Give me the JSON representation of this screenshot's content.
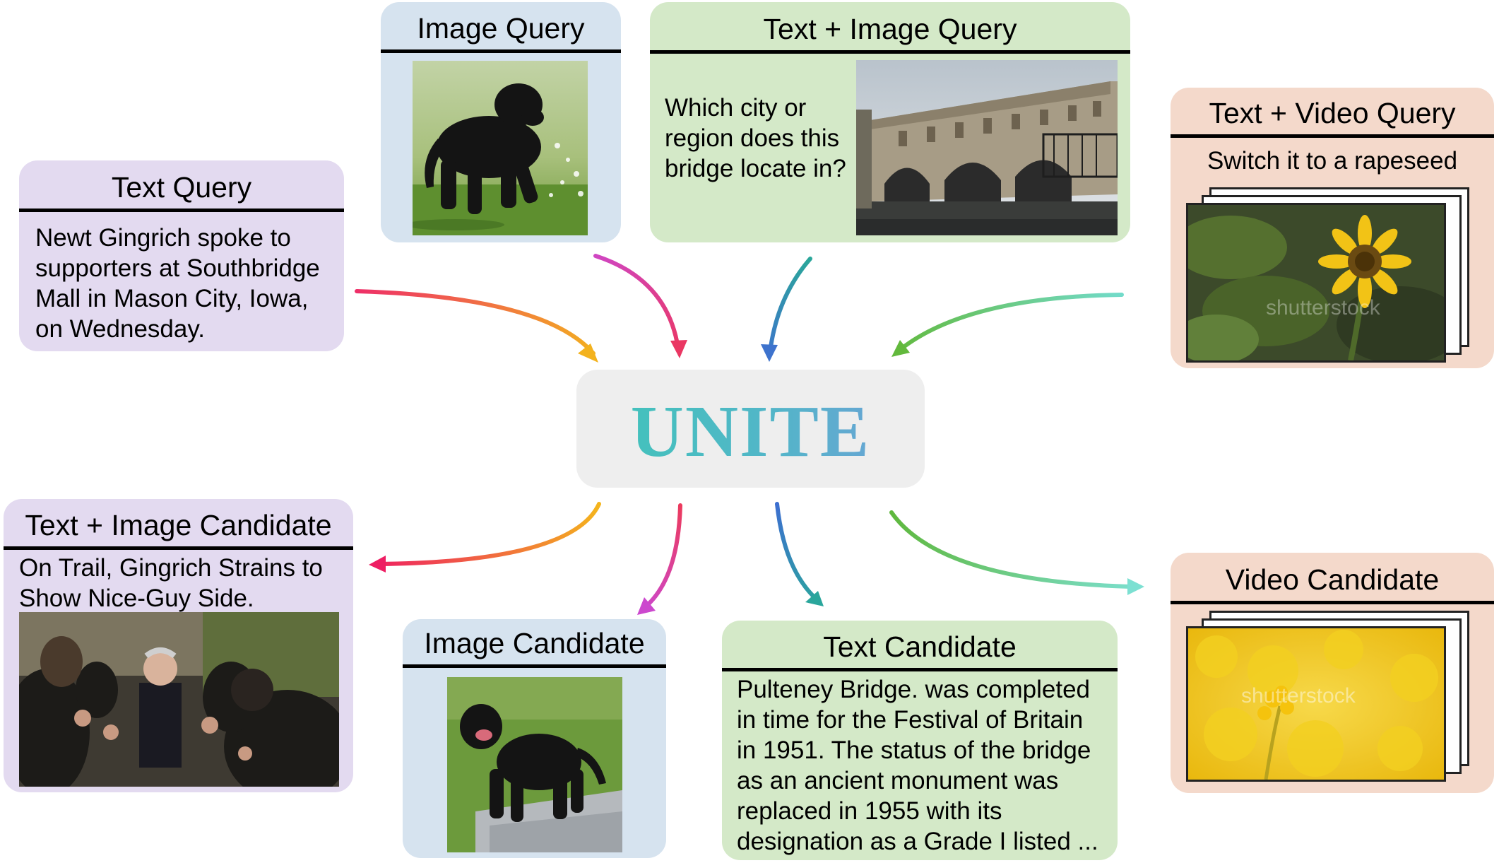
{
  "center": {
    "label": "UNITE"
  },
  "boxes": {
    "text_query": {
      "title": "Text Query",
      "text": "Newt Gingrich spoke to\nsupporters at Southbridge\nMall in Mason City, Iowa,\non Wednesday."
    },
    "image_query": {
      "title": "Image Query"
    },
    "text_image_query": {
      "title": "Text + Image Query",
      "text": "Which city or\nregion does this\nbridge locate in?"
    },
    "text_video_query": {
      "title": "Text + Video Query",
      "text": "Switch it to a rapeseed"
    },
    "text_image_candidate": {
      "title": "Text + Image Candidate",
      "text": "On Trail, Gingrich Strains to\nShow Nice-Guy Side."
    },
    "image_candidate": {
      "title": "Image Candidate"
    },
    "text_candidate": {
      "title": "Text Candidate",
      "text": "Pulteney Bridge. was completed\nin time for the Festival of Britain\nin 1951. The status of the bridge\nas an ancient monument was\nreplaced in 1955 with its\ndesignation as a Grade I listed ..."
    },
    "video_candidate": {
      "title": "Video Candidate"
    }
  },
  "watermarks": {
    "query_video": "shutterstock",
    "candidate_video": "shutterstock"
  },
  "colors": {
    "purple_box": "#e3daf0",
    "blue_box": "#d6e3ef",
    "green_box": "#d4e9c8",
    "peach_box": "#f4d9cb",
    "unite_box": "#eeeeee",
    "unite_gradient_start": "#3ec5b8",
    "unite_gradient_end": "#6f9fd8"
  },
  "icons": {
    "image_query": "black-dog-walking-photo",
    "text_image_query": "stone-arch-bridge-photo",
    "text_video_query": "sunflower-video-frames",
    "text_image_candidate": "press-crowd-photo",
    "image_candidate": "black-dog-standing-photo",
    "video_candidate": "rapeseed-field-video-frames"
  }
}
